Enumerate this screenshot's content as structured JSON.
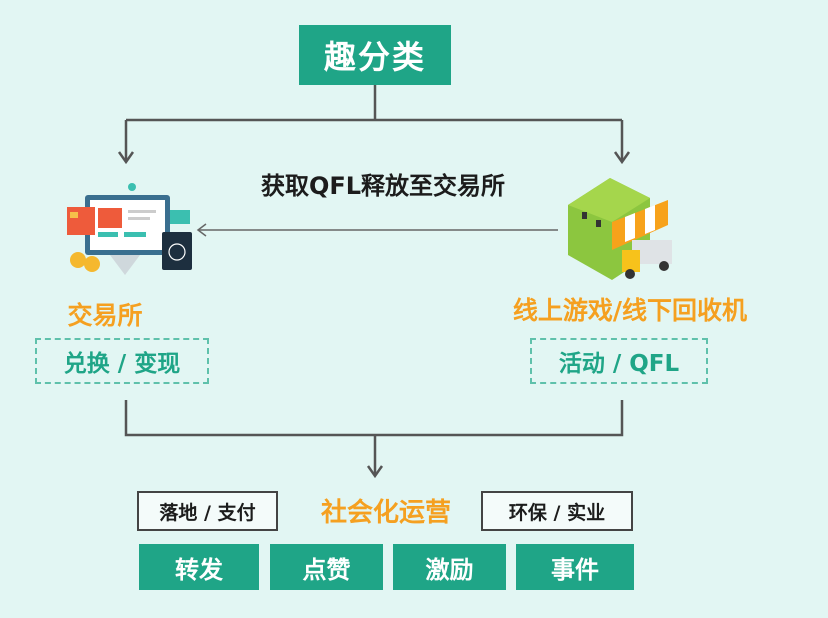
{
  "title": "趣分类",
  "flow_label": "获取QFL释放至交易所",
  "left_node": {
    "label": "交易所",
    "sub": "兑换 / 变现"
  },
  "right_node": {
    "label": "线上游戏/线下回收机",
    "sub": "活动 / QFL"
  },
  "bottom": {
    "left_box": "落地 / 支付",
    "center_label": "社会化运营",
    "right_box": "环保 / 实业",
    "buttons": [
      "转发",
      "点赞",
      "激励",
      "事件"
    ]
  },
  "colors": {
    "teal": "#1fa587",
    "orange": "#f5a020",
    "background": "#e2f6f3"
  }
}
